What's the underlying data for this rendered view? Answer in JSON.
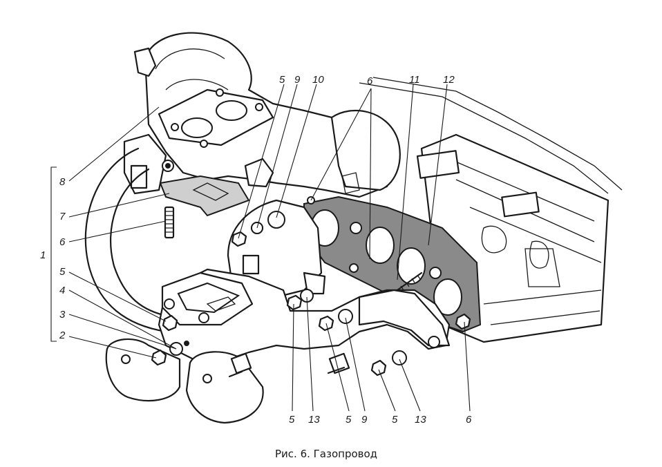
{
  "caption": "Рис. 6. Газопровод",
  "callouts": {
    "top": [
      "5",
      "9",
      "10",
      "6",
      "11",
      "12"
    ],
    "left": [
      "8",
      "7",
      "6",
      "1",
      "5",
      "4",
      "3",
      "2"
    ],
    "bottom": [
      "5",
      "13",
      "5",
      "9",
      "5",
      "13",
      "6"
    ]
  }
}
